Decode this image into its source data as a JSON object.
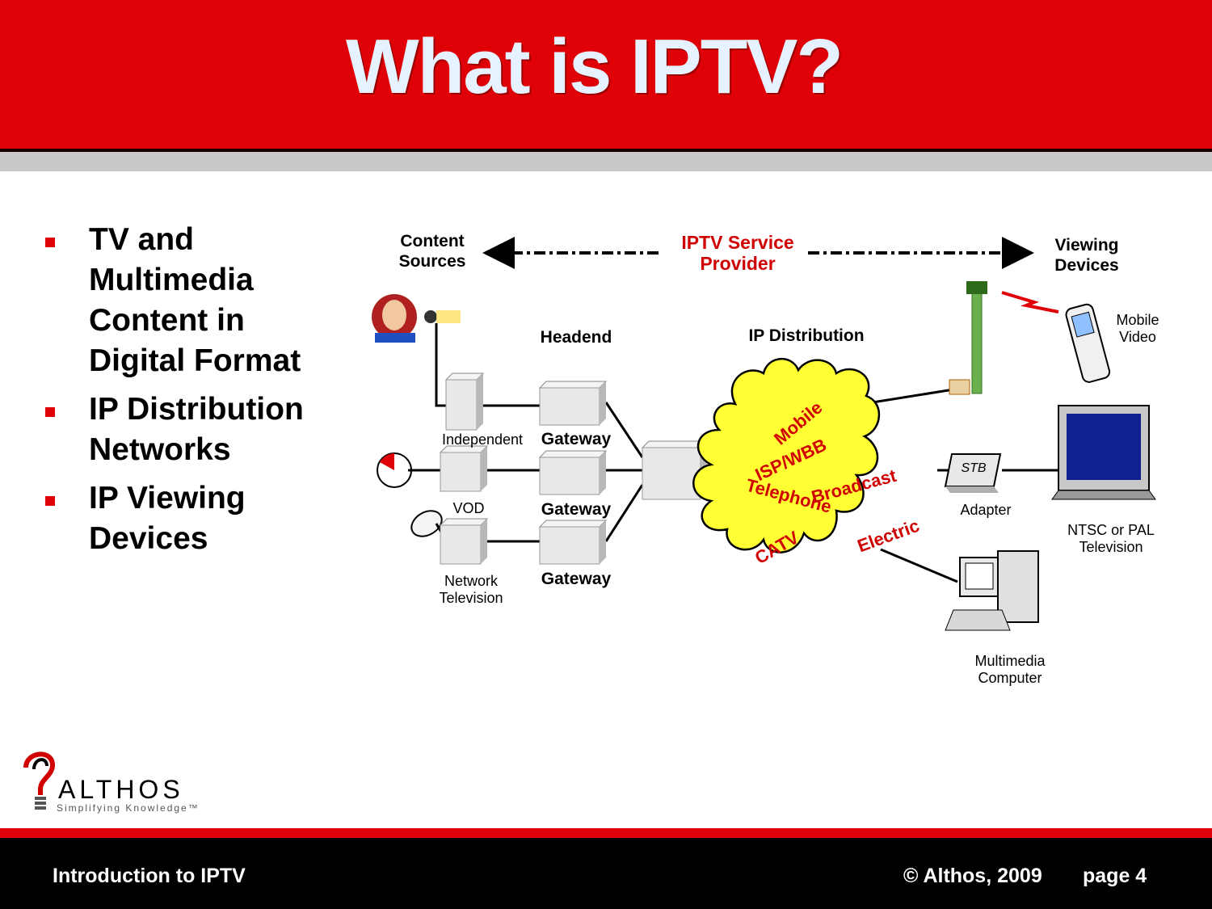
{
  "slide": {
    "title": "What is IPTV?",
    "bullets": [
      {
        "lines": [
          "TV and",
          "Multimedia",
          "Content in",
          "Digital Format"
        ]
      },
      {
        "lines": [
          "IP Distribution",
          "Networks"
        ]
      },
      {
        "lines": [
          "IP Viewing",
          "Devices"
        ]
      }
    ]
  },
  "diagram": {
    "content_sources": [
      "Content",
      "Sources"
    ],
    "service_provider": [
      "IPTV Service",
      "Provider"
    ],
    "viewing_devices": [
      "Viewing",
      "Devices"
    ],
    "headend": "Headend",
    "ip_distribution": "IP Distribution",
    "sources": [
      "Independent",
      "VOD",
      "Network",
      "Television"
    ],
    "gateway": "Gateway",
    "cloud_labels": [
      "Mobile",
      "ISP/WBB",
      "Broadcast",
      "Telephone",
      "CATV",
      "Electric"
    ],
    "mobile_video": [
      "Mobile",
      "Video"
    ],
    "stb": "STB",
    "adapter": "Adapter",
    "tv": [
      "NTSC or PAL",
      "Television"
    ],
    "computer": [
      "Multimedia",
      "Computer"
    ],
    "colors": {
      "accent": "#e00008",
      "cloud": "#ffff33",
      "title_text": "#e6f2ff"
    }
  },
  "logo": {
    "name": "ALTHOS",
    "tagline": "Simplifying Knowledge™"
  },
  "footer": {
    "left": "Introduction to IPTV",
    "copyright": "© Althos, 2009",
    "page": "page 4"
  }
}
